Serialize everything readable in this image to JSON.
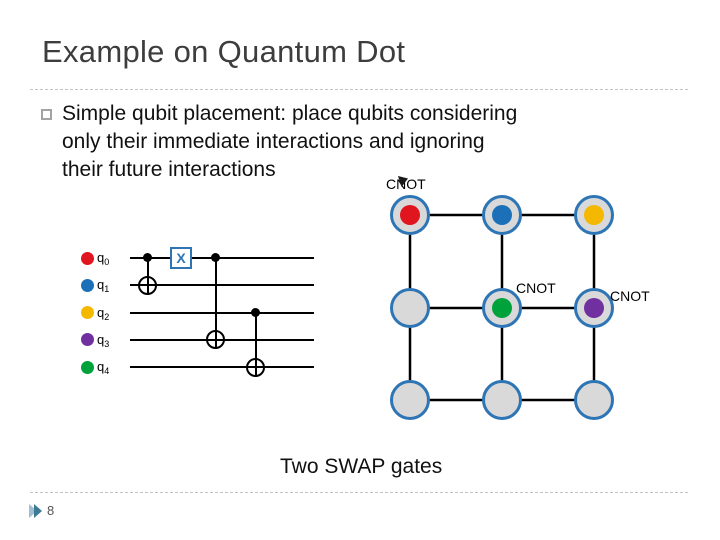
{
  "slide": {
    "title": "Example on Quantum Dot",
    "caption": "Two SWAP gates",
    "page_number": "8"
  },
  "bullet": {
    "lines": [
      "Simple qubit placement: place qubits considering",
      "only their immediate interactions and ignoring",
      "their future interactions"
    ]
  },
  "circuit": {
    "x_gate_label": "X",
    "qubits": [
      {
        "label": "q",
        "sub": "0",
        "color": "red"
      },
      {
        "label": "q",
        "sub": "1",
        "color": "blue"
      },
      {
        "label": "q",
        "sub": "2",
        "color": "yellow"
      },
      {
        "label": "q",
        "sub": "3",
        "color": "purple"
      },
      {
        "label": "q",
        "sub": "4",
        "color": "green"
      }
    ]
  },
  "grid": {
    "cnot_labels": {
      "top": "CNOT",
      "middle": "CNOT",
      "right": "CNOT"
    },
    "cells": [
      [
        "red",
        "blue",
        "yellow"
      ],
      [
        "empty",
        "green",
        "purple"
      ],
      [
        "empty",
        "empty",
        "empty"
      ]
    ]
  },
  "colors": {
    "red": "#e0151e",
    "blue": "#1c70b8",
    "yellow": "#f5b800",
    "purple": "#7030a0",
    "green": "#00a23c",
    "grid_border": "#2e75b6",
    "node_fill": "#d9d9d9",
    "accent_blue": "#2e75b6"
  }
}
